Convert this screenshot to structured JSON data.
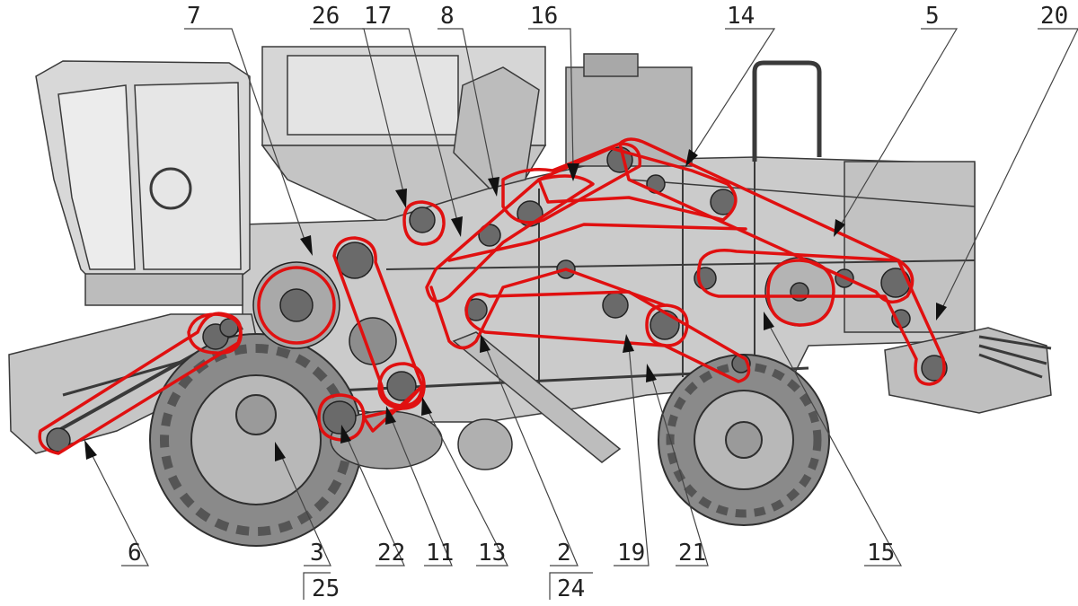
{
  "colors": {
    "belt": "#e01010",
    "outline": "#3a3a3a",
    "body": "#c9c9c9",
    "tire": "#7a7a7a",
    "hub": "#9a9a9a",
    "arrow": "#111111",
    "leader": "#444444"
  },
  "callouts": {
    "c7": "7",
    "c26": "26",
    "c17": "17",
    "c8": "8",
    "c16": "16",
    "c14": "14",
    "c5": "5",
    "c20": "20",
    "c6": "6",
    "c3": "3",
    "c25": "25",
    "c22": "22",
    "c11": "11",
    "c13": "13",
    "c2": "2",
    "c24": "24",
    "c19": "19",
    "c21": "21",
    "c15": "15"
  }
}
